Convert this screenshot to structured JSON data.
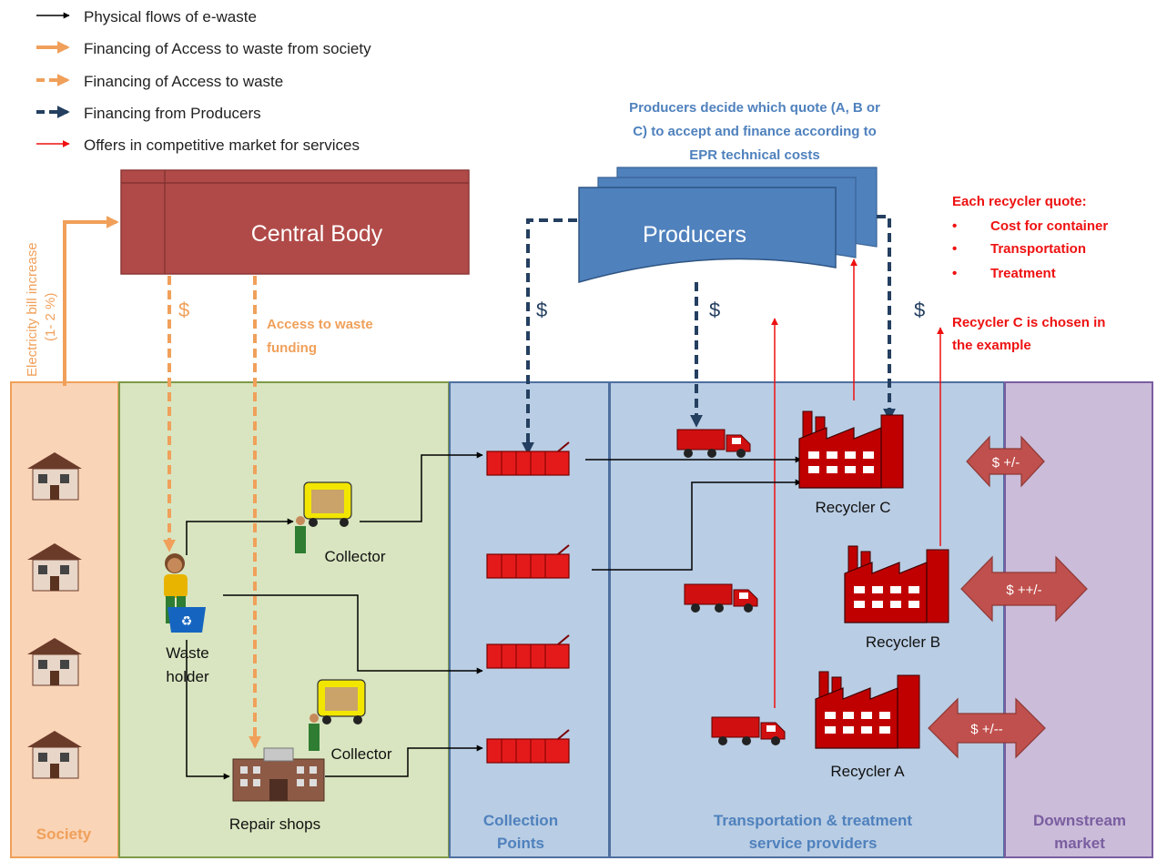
{
  "legend": [
    {
      "label": "Physical flows of e-waste",
      "color": "#000000",
      "style": "solid-thin"
    },
    {
      "label": "Financing of Access to waste from society",
      "color": "#f0a05a",
      "style": "solid-thick"
    },
    {
      "label": "Financing of Access to waste",
      "color": "#f0a05a",
      "style": "dashed-thick"
    },
    {
      "label": "Financing from Producers",
      "color": "#243f60",
      "style": "dashed-thick"
    },
    {
      "label": "Offers in competitive market for services",
      "color": "#ee1111",
      "style": "solid-thin"
    }
  ],
  "central_body": "Central Body",
  "producers": {
    "label": "Producers",
    "note": [
      "Producers decide which quote (A, B or",
      "C) to accept and finance according to",
      "EPR technical costs"
    ]
  },
  "recycler_quote": {
    "title": "Each recycler quote:",
    "items": [
      "Cost for container",
      "Transportation",
      "Treatment"
    ],
    "chosen": [
      "Recycler C is chosen in",
      "the example"
    ]
  },
  "electricity": [
    "Electricity bill increase",
    "(1- 2 %)"
  ],
  "access_funding": [
    "Access to waste",
    "funding"
  ],
  "dollar": "$",
  "columns": {
    "society": "Society",
    "collection": [
      "Collection",
      "Points"
    ],
    "transport": [
      "Transportation & treatment",
      "service providers"
    ],
    "downstream": [
      "Downstream",
      "market"
    ]
  },
  "actors": {
    "waste_holder": [
      "Waste",
      "holder"
    ],
    "collector": "Collector",
    "repair_shops": "Repair shops",
    "recycler_c": "Recycler C",
    "recycler_b": "Recycler B",
    "recycler_a": "Recycler A"
  },
  "market_arrows": [
    "$ +/-",
    "$ ++/-",
    "$ +/--"
  ],
  "colors": {
    "society": "#fad4b6",
    "society_border": "#f0a05a",
    "green": "#d9e5c0",
    "green_border": "#7f9a48",
    "blue": "#b9cde4",
    "blue_border": "#4f6fa0",
    "purple": "#cbbcd9",
    "purple_border": "#7a5ea0",
    "central": "#b04a48",
    "producers": "#4f81bd",
    "orange": "#f0a05a",
    "navy": "#243f60",
    "red": "#ee1111",
    "factory": "#c00000",
    "market_arrow": "#c0504d"
  }
}
